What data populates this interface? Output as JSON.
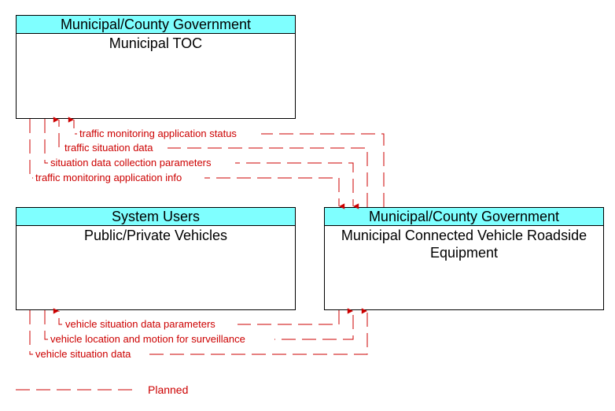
{
  "elements": {
    "municipal_toc": {
      "stakeholder": "Municipal/County Government",
      "name": "Municipal TOC"
    },
    "public_vehicles": {
      "stakeholder": "System Users",
      "name": "Public/Private Vehicles"
    },
    "rse": {
      "stakeholder": "Municipal/County Government",
      "name_line1": "Municipal Connected Vehicle Roadside",
      "name_line2": "Equipment"
    }
  },
  "flows_toc_rse": [
    {
      "label": "traffic monitoring application status",
      "direction": "to-toc",
      "status": "Planned"
    },
    {
      "label": "traffic situation data",
      "direction": "to-toc",
      "status": "Planned"
    },
    {
      "label": "situation data collection parameters",
      "direction": "to-rse",
      "status": "Planned"
    },
    {
      "label": "traffic monitoring application info",
      "direction": "to-rse",
      "status": "Planned"
    }
  ],
  "flows_vehicle_rse": [
    {
      "label": "vehicle situation data parameters",
      "direction": "to-vehicle",
      "status": "Planned"
    },
    {
      "label": "vehicle location and motion for surveillance",
      "direction": "to-rse",
      "status": "Planned"
    },
    {
      "label": "vehicle situation data",
      "direction": "to-rse",
      "status": "Planned"
    }
  ],
  "legend": {
    "label": "Planned"
  },
  "colors": {
    "header_fill": "#7fffff",
    "flow_color": "#cc0000"
  }
}
